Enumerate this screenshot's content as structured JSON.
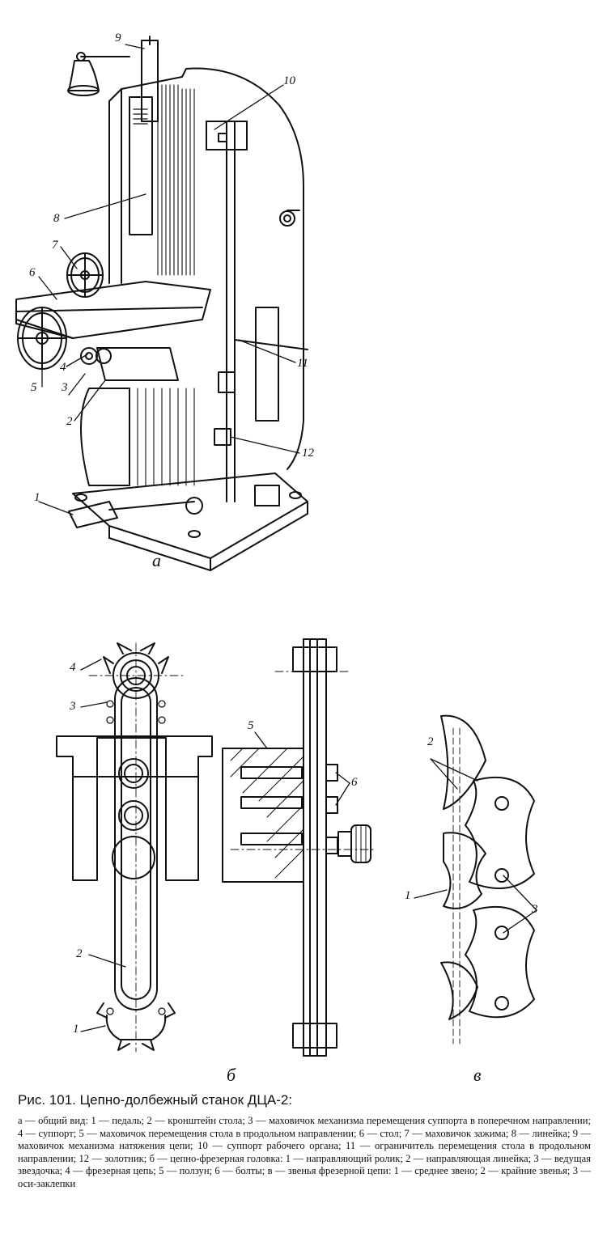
{
  "figure_a": {
    "sublabel": "а",
    "callouts": [
      "1",
      "2",
      "3",
      "4",
      "5",
      "6",
      "7",
      "8",
      "9",
      "10",
      "11",
      "12"
    ]
  },
  "figure_b": {
    "sublabel": "б",
    "callouts": [
      "1",
      "2",
      "3",
      "4",
      "5",
      "6"
    ]
  },
  "figure_v": {
    "sublabel": "в",
    "callouts": [
      "1",
      "2",
      "3"
    ]
  },
  "caption": {
    "title": "Рис. 101. Цепно-долбежный станок ДЦА-2:",
    "body": "а — общий вид: 1 — педаль; 2 — кронштейн стола; 3 — маховичок механизма перемещения суппорта в поперечном направлении; 4 — суппорт; 5 — маховичок перемещения стола в продольном направлении; 6 — стол; 7 — маховичок зажима; 8 — линейка; 9 — маховичок механизма натяжения цепи; 10 — суппорт рабочего органа; 11 — ограничитель перемещения стола в продольном направлении; 12 — золотник; б — цепно-фрезерная головка: 1 — направляющий ролик; 2 — направляющая линейка; 3 — ведущая звездочка; 4 — фрезерная цепь; 5 — ползун; 6 — болты; в — звенья фрезерной цепи: 1 — среднее звено; 2 — крайние звенья; 3 — оси-заклепки"
  }
}
